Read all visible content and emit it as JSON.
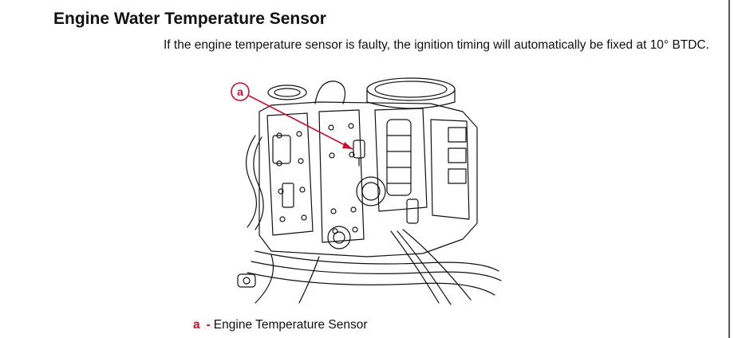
{
  "document": {
    "heading": "Engine Water Temperature Sensor",
    "paragraph": "If the engine temperature sensor is faulty, the ignition timing will automatically be fixed at 10° BTDC.",
    "figure": {
      "callout_letter": "a"
    },
    "caption": {
      "letter": "a",
      "dash": "-",
      "text": "Engine Temperature Sensor"
    }
  },
  "colors": {
    "callout": "#c8102e",
    "text": "#111111",
    "border": "#555555"
  }
}
